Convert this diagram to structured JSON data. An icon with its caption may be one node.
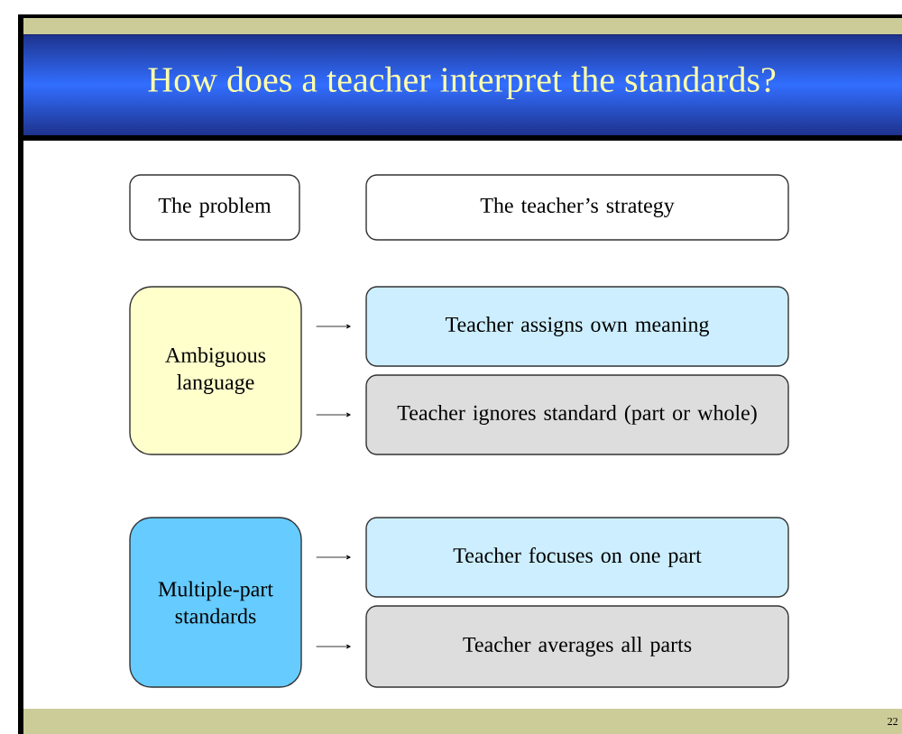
{
  "diagram": {
    "title": "How does a teacher interpret the standards?",
    "nodes": [
      {
        "text": [
          "The problem"
        ]
      },
      {
        "text": [
          "The teacher’s strategy"
        ]
      },
      {
        "text": [
          "Ambiguous language"
        ]
      },
      {
        "text": [
          "Teacher assigns own meaning"
        ]
      },
      {
        "text": [
          "Teacher ignores standard (part or whole)"
        ]
      },
      {
        "text": [
          "Multiple-part standards"
        ]
      },
      {
        "text": [
          "Teacher focuses on one part"
        ]
      },
      {
        "text": [
          "Teacher averages all parts"
        ]
      }
    ],
    "edges": [
      {
        "from": 2,
        "to": 3,
        "arrow": "to"
      },
      {
        "from": 2,
        "to": 4,
        "arrow": "to"
      },
      {
        "from": 5,
        "to": 6,
        "arrow": "to"
      },
      {
        "from": 5,
        "to": 7,
        "arrow": "to"
      }
    ],
    "labels": [
      "22"
    ]
  }
}
